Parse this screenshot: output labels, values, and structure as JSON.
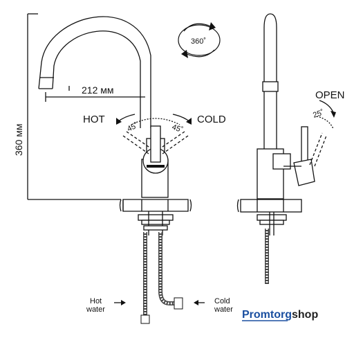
{
  "dimensions": {
    "width_label": "212 мм",
    "height_label": "360 мм"
  },
  "rotation": {
    "label": "360˚"
  },
  "handle": {
    "hot_label": "HOT",
    "cold_label": "COLD",
    "hot_angle": "45˚",
    "cold_angle": "45˚",
    "open_label": "OPEN",
    "open_angle": "25˚"
  },
  "water": {
    "hot_line1": "Hot",
    "hot_line2": "water",
    "cold_line1": "Cold",
    "cold_line2": "water"
  },
  "brand": {
    "part1": "Promtorg",
    "part2": "shop",
    "color1": "#1a4fa0",
    "color2": "#222222"
  },
  "colors": {
    "line": "#111111",
    "fill": "#ffffff"
  }
}
